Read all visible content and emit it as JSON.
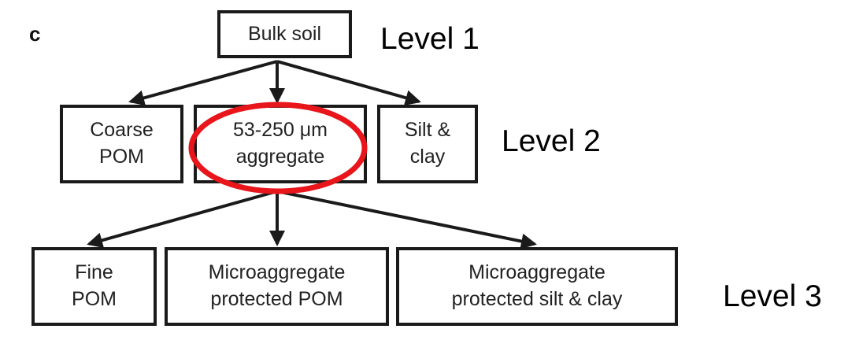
{
  "panel_label": "c",
  "nodes": {
    "bulk_soil": {
      "lines": [
        "Bulk soil"
      ]
    },
    "coarse_pom": {
      "lines": [
        "Coarse",
        "POM"
      ]
    },
    "aggregate_53_250": {
      "lines": [
        "53-250 μm",
        "aggregate"
      ]
    },
    "silt_clay": {
      "lines": [
        "Silt &",
        "clay"
      ]
    },
    "fine_pom": {
      "lines": [
        "Fine",
        "POM"
      ]
    },
    "micro_pom": {
      "lines": [
        "Microaggregate",
        "protected POM"
      ]
    },
    "micro_silt_clay": {
      "lines": [
        "Microaggregate",
        "protected silt & clay"
      ]
    }
  },
  "levels": {
    "level1": "Level 1",
    "level2": "Level 2",
    "level3": "Level 3"
  },
  "edges": [
    {
      "from": "bulk_soil",
      "to": "coarse_pom"
    },
    {
      "from": "bulk_soil",
      "to": "aggregate_53_250"
    },
    {
      "from": "bulk_soil",
      "to": "silt_clay"
    },
    {
      "from": "aggregate_53_250",
      "to": "fine_pom"
    },
    {
      "from": "aggregate_53_250",
      "to": "micro_pom"
    },
    {
      "from": "aggregate_53_250",
      "to": "micro_silt_clay"
    }
  ],
  "highlight": {
    "target": "aggregate_53_250",
    "color": "#e8151b"
  },
  "colors": {
    "stroke": "#1a1a1a",
    "text": "#222222"
  }
}
